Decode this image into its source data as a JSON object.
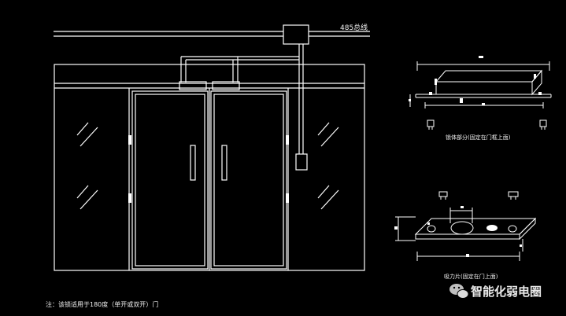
{
  "labels": {
    "bus": "485总线",
    "lock_body": "锁体部分(固定在门框上面)",
    "armature": "吸力片(固定在门上面)",
    "note": "注：该锁适用于180度（单开或双开）门",
    "brand": "智能化弱电圈"
  },
  "colors": {
    "background": "#000000",
    "line": "#ffffff"
  },
  "icons": {
    "brand_logo": "wechat-logo-icon"
  }
}
